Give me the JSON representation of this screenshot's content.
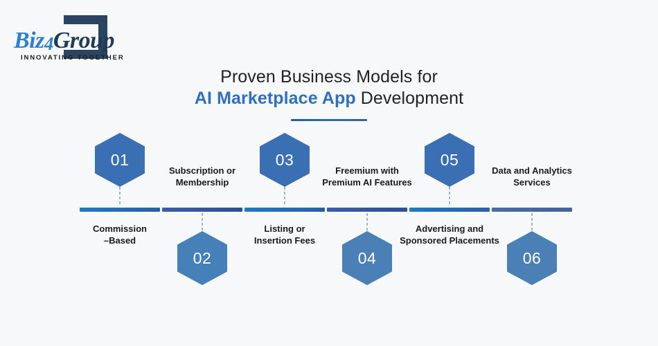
{
  "background_color": "#f7f8fa",
  "logo": {
    "name": "biz4group-logo",
    "word_part1": "Biz",
    "word_part2": "4",
    "word_part3": "Group",
    "tagline": "INNOVATING TOGETHER",
    "color_blue": "#2f7fd1",
    "color_navy": "#1f3b57",
    "mark_color": "#2b4560"
  },
  "heading": {
    "line1": "Proven Business Models for",
    "line2_accent": "AI Marketplace App",
    "line2_rest": " Development",
    "accent_color": "#2f6fc0",
    "rule_color": "#1f5fa8"
  },
  "timeline": {
    "steps": [
      {
        "number": "01",
        "label_line1": "Commission",
        "label_line2": "–Based",
        "position": "up",
        "hex_color": "#3b6fb3",
        "bar_gradient": [
          "#1f7ac4",
          "#2a5ea6"
        ]
      },
      {
        "number": "02",
        "label_line1": "Subscription or",
        "label_line2": "Membership",
        "position": "down",
        "hex_color": "#4680b8",
        "bar_gradient": [
          "#3a5ea8",
          "#2c4f96"
        ]
      },
      {
        "number": "03",
        "label_line1": "Listing or",
        "label_line2": "Insertion Fees",
        "position": "up",
        "hex_color": "#3b6fb3",
        "bar_gradient": [
          "#1f7ac4",
          "#2a5ea6"
        ]
      },
      {
        "number": "04",
        "label_line1": "Freemium with",
        "label_line2": "Premium AI Features",
        "position": "down",
        "hex_color": "#4a80b5",
        "bar_gradient": [
          "#3a5ea8",
          "#2c4f96"
        ]
      },
      {
        "number": "05",
        "label_line1": "Advertising and",
        "label_line2": "Sponsored Placements",
        "position": "up",
        "hex_color": "#3b6fb3",
        "bar_gradient": [
          "#1f7ac4",
          "#2a5ea6"
        ]
      },
      {
        "number": "06",
        "label_line1": "Data and Analytics",
        "label_line2": "Services",
        "position": "down",
        "hex_color": "#4a80b5",
        "bar_gradient": [
          "#4a6aa8",
          "#43639f"
        ]
      }
    ]
  }
}
